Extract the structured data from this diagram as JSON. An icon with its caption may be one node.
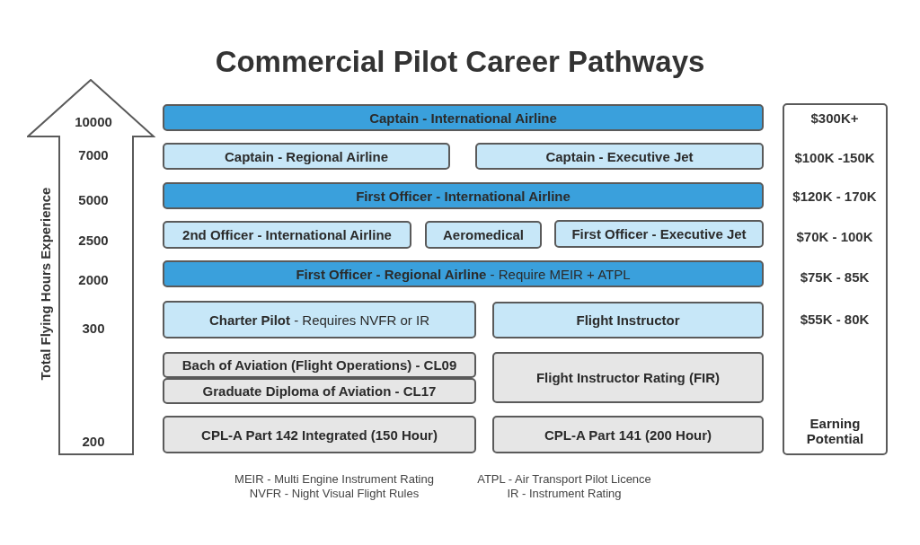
{
  "diagram": {
    "title": "Commercial Pilot Career Pathways",
    "nodes": [
      {
        "text": [
          "Total Flying Hours Experience"
        ]
      },
      {
        "text": [
          "Earning Potential"
        ]
      },
      {
        "text": [
          "Captain - International Airline"
        ]
      },
      {
        "text": [
          "Captain - Regional Airline"
        ]
      },
      {
        "text": [
          "Captain - Executive Jet"
        ]
      },
      {
        "text": [
          "First Officer - International Airline"
        ]
      },
      {
        "text": [
          "2nd Officer - International Airline"
        ]
      },
      {
        "text": [
          "Aeromedical"
        ]
      },
      {
        "text": [
          "First Officer - Executive Jet"
        ]
      },
      {
        "text": [
          "**First Officer - Regional Airline** - Require MEIR + ATPL"
        ]
      },
      {
        "text": [
          "**Charter Pilot** - Requires NVFR or IR"
        ]
      },
      {
        "text": [
          "Flight Instructor"
        ]
      },
      {
        "text": [
          "Bach of Aviation (Flight Operations) - CL09"
        ]
      },
      {
        "text": [
          "Graduate Diploma of Aviation - CL17"
        ]
      },
      {
        "text": [
          "Flight Instructor Rating (FIR)"
        ]
      },
      {
        "text": [
          "CPL-A Part 142 Integrated (150 Hour)"
        ]
      },
      {
        "text": [
          "CPL-A Part 141 (200 Hour)"
        ]
      }
    ],
    "edges": [],
    "labels": [
      "10000",
      "$300K+",
      "7000",
      "$100K -150K",
      "5000",
      "$120K - 170K",
      "2500",
      "$70K - 100K",
      "2000",
      "$75K - 85K",
      "300",
      "$55K - 80K",
      "200",
      "MEIR - Multi Engine Instrument Rating",
      "ATPL - Air Transport Pilot Licence",
      "NVFR - Night Visual Flight Rules",
      "IR - Instrument Rating"
    ]
  }
}
